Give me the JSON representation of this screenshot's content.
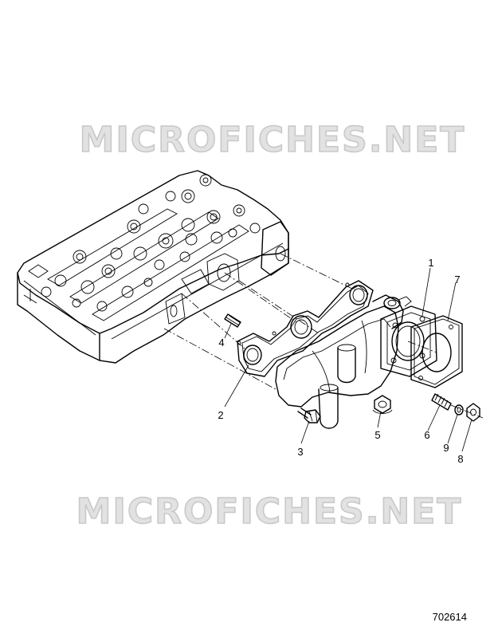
{
  "watermarks": [
    "MICROFICHES.NET",
    "MICROFICHES.NET"
  ],
  "figure_number": "702614",
  "callouts": [
    "1",
    "2",
    "3",
    "4",
    "5",
    "6",
    "7",
    "8",
    "9"
  ],
  "colors": {
    "line": "#000000",
    "watermark": "#c9c9c9",
    "background": "#ffffff"
  }
}
